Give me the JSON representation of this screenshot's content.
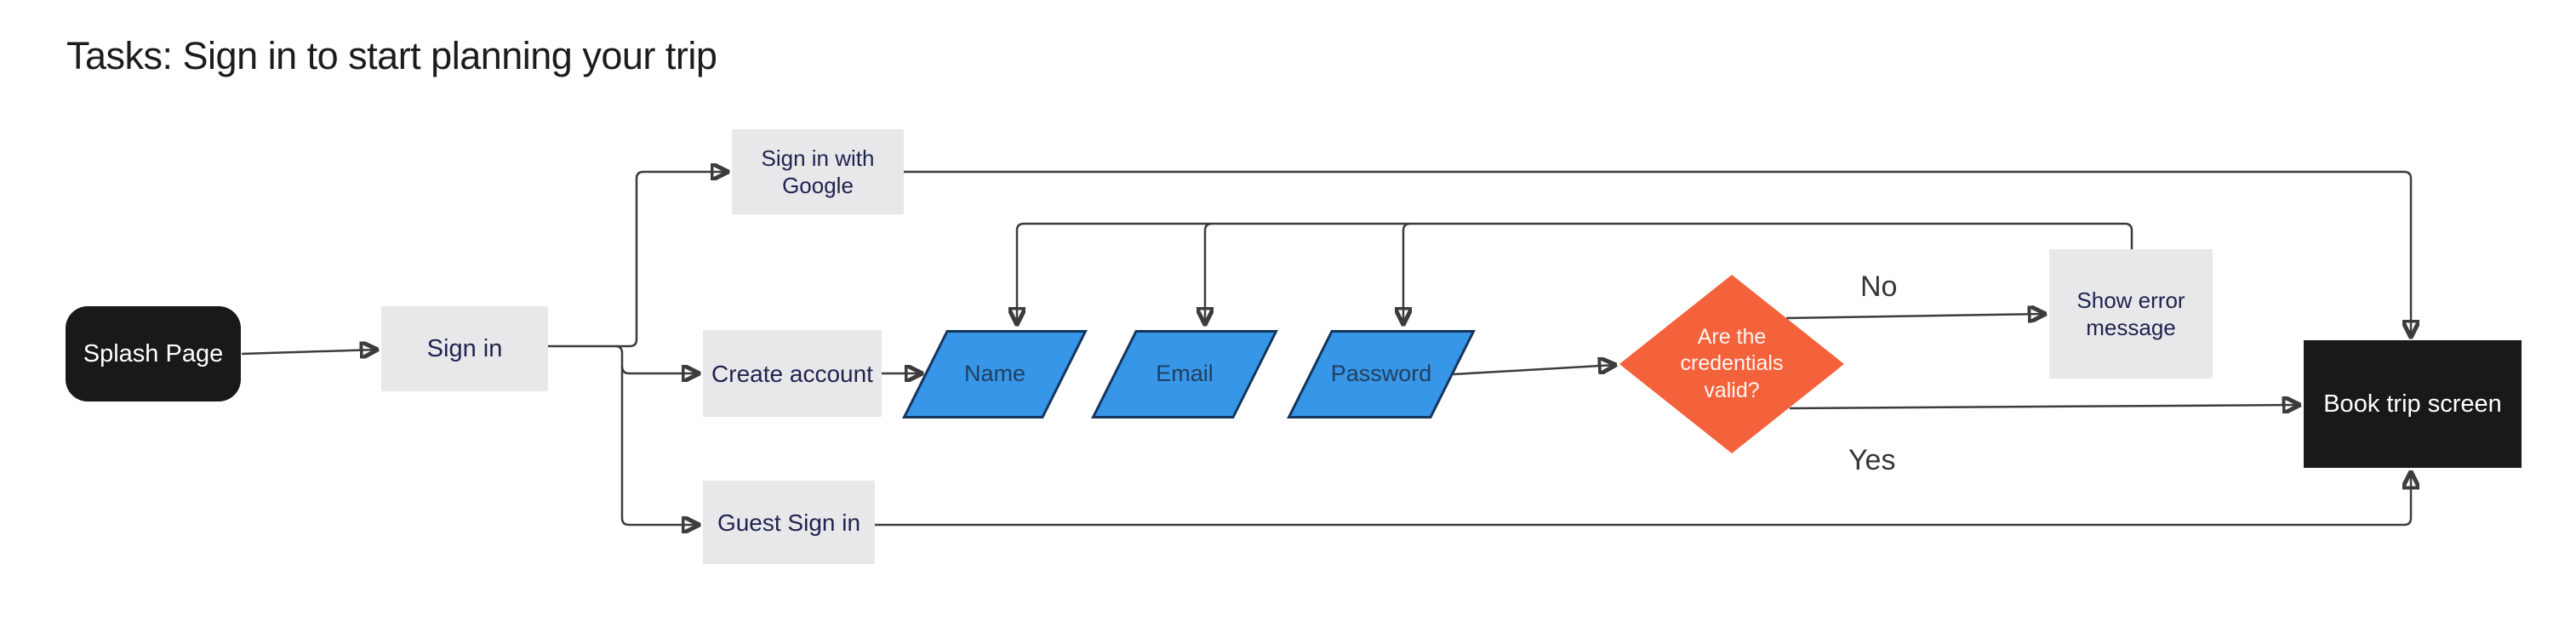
{
  "page": {
    "title": "Tasks: Sign in to start planning your trip"
  },
  "nodes": {
    "splash": "Splash Page",
    "sign_in": "Sign in",
    "google": "Sign in with Google",
    "create_account": "Create account",
    "guest": "Guest Sign in",
    "name": "Name",
    "email": "Email",
    "password": "Password",
    "decision": "Are the credentials valid?",
    "error": "Show error message",
    "book": "Book trip screen"
  },
  "edge_labels": {
    "no": "No",
    "yes": "Yes"
  },
  "colors": {
    "terminal_node": "#19191b",
    "terminal_text": "#ffffff",
    "process_node": "#e8e8ea",
    "process_text": "#20244f",
    "input_node_fill": "#3796e8",
    "input_node_border": "#14365c",
    "input_node_text": "#21405f",
    "decision_node": "#f4623c",
    "decision_text": "#ffffff",
    "connector": "#3c3c3c",
    "background": "#ffffff"
  }
}
